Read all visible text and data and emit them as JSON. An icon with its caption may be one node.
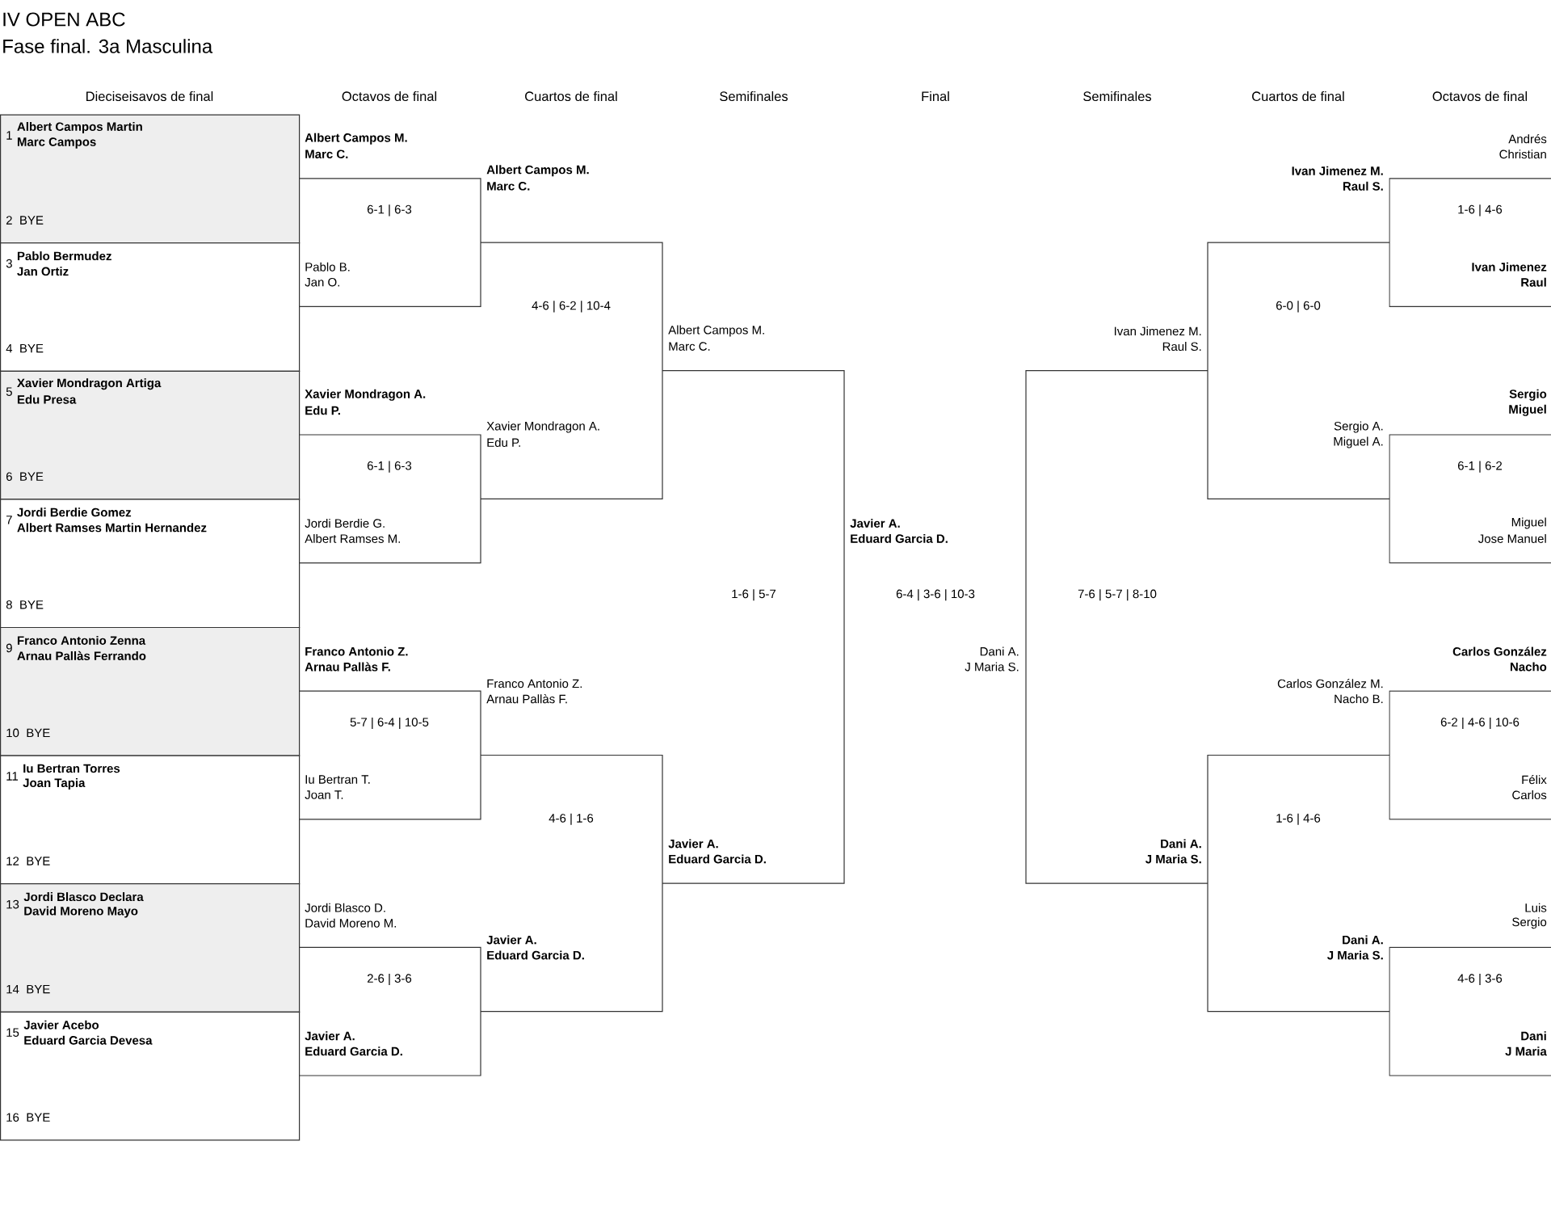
{
  "diagram": {
    "title": "IV OPEN ABC",
    "nodes": [
      {
        "text": [
          "1",
          "Albert Campos Martin",
          "Marc Campos",
          "2",
          "BYE"
        ]
      },
      {
        "text": [
          "3",
          "Pablo Bermudez",
          "Jan Ortiz",
          "4",
          "BYE"
        ]
      },
      {
        "text": [
          "5",
          "Xavier Mondragon Artiga",
          "Edu Presa",
          "6",
          "BYE"
        ]
      },
      {
        "text": [
          "7",
          "Jordi Berdie Gomez",
          "Albert Ramses Martin Hernandez",
          "8",
          "BYE"
        ]
      },
      {
        "text": [
          "9",
          "Franco Antonio Zenna",
          "Arnau Pallàs Ferrando",
          "10",
          "BYE"
        ]
      },
      {
        "text": [
          "11",
          "Iu Bertran Torres",
          "Joan Tapia",
          "12",
          "BYE"
        ]
      },
      {
        "text": [
          "13",
          "Jordi Blasco Declara",
          "David Moreno Mayo",
          "14",
          "BYE"
        ]
      },
      {
        "text": [
          "15",
          "Javier Acebo",
          "Eduard Garcia Devesa",
          "16",
          "BYE"
        ]
      }
    ],
    "labels": [
      "Fase final. 3a Masculina",
      "Dieciseisavos de final",
      "Octavos de final",
      "Cuartos de final",
      "Semifinales",
      "Final",
      "Semifinales",
      "Cuartos de final",
      "Octavos de final",
      "Albert Campos M.",
      "Marc C.",
      "6-1 | 6-3",
      "Pablo B.",
      "Jan O.",
      "Xavier Mondragon A.",
      "Edu P.",
      "6-1 | 6-3",
      "Jordi Berdie G.",
      "Albert Ramses M.",
      "Franco Antonio Z.",
      "Arnau Pallàs F.",
      "5-7 | 6-4 | 10-5",
      "Iu Bertran T.",
      "Joan T.",
      "Jordi Blasco D.",
      "David Moreno M.",
      "2-6 | 3-6",
      "Javier A.",
      "Eduard Garcia D.",
      "Albert Campos M.",
      "Marc C.",
      "4-6 | 6-2 | 10-4",
      "Xavier Mondragon A.",
      "Edu P.",
      "Franco Antonio Z.",
      "Arnau Pallàs F.",
      "4-6 | 1-6",
      "Javier A.",
      "Eduard Garcia D.",
      "Albert Campos M.",
      "Marc C.",
      "1-6 | 5-7",
      "Javier A.",
      "Eduard Garcia D.",
      "Javier A.",
      "Eduard Garcia D.",
      "6-4 | 3-6 | 10-3",
      "Dani A.",
      "J Maria S.",
      "Ivan Jimenez M.",
      "Raul S.",
      "7-6 | 5-7 | 8-10",
      "Dani A.",
      "J Maria S.",
      "Ivan Jimenez M.",
      "Raul S.",
      "6-0 | 6-0",
      "Sergio A.",
      "Miguel A.",
      "Carlos González M.",
      "Nacho B.",
      "1-6 | 4-6",
      "Dani A.",
      "J Maria S.",
      "Andrés",
      "Christian",
      "1-6 | 4-6",
      "Ivan Jimenez",
      "Raul",
      "Sergio",
      "Miguel",
      "6-1 | 6-2",
      "Miguel",
      "Jose Manuel",
      "Carlos González",
      "Nacho",
      "6-2 | 4-6 | 10-6",
      "Félix",
      "Carlos",
      "Luis",
      "Sergio",
      "4-6 | 3-6",
      "Dani",
      "J Maria"
    ]
  }
}
